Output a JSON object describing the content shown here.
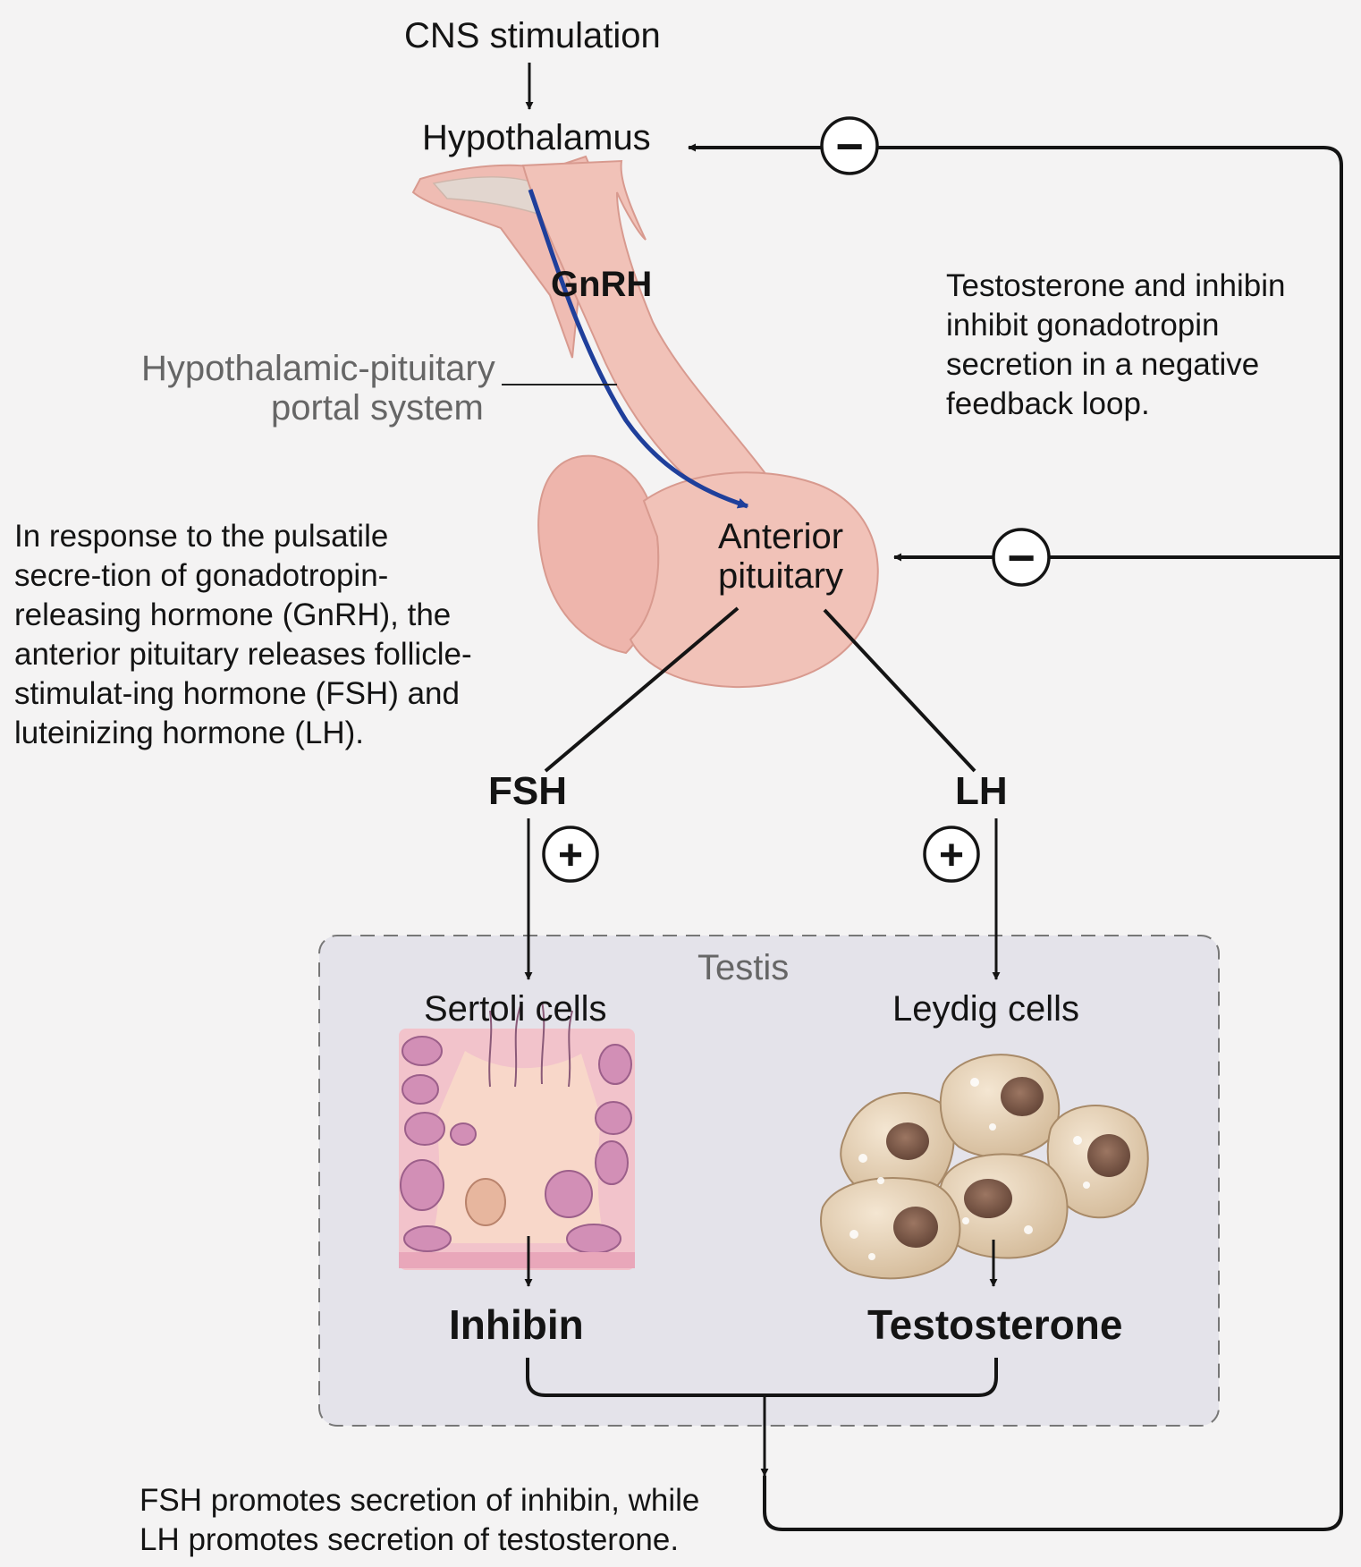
{
  "labels": {
    "cns_stimulation": "CNS stimulation",
    "hypothalamus": "Hypothalamus",
    "gnrh": "GnRH",
    "portal_system_line1": "Hypothalamic-pituitary",
    "portal_system_line2": "portal system",
    "anterior_pituitary_line1": "Anterior",
    "anterior_pituitary_line2": "pituitary",
    "fsh": "FSH",
    "lh": "LH",
    "testis": "Testis",
    "sertoli_cells": "Sertoli cells",
    "leydig_cells": "Leydig cells",
    "inhibin": "Inhibin",
    "testosterone": "Testosterone"
  },
  "signs": {
    "negative": "−",
    "positive": "+"
  },
  "notes": {
    "feedback": "Testosterone and inhibin inhibit gonadotropin secretion in a negative feedback loop.",
    "pulsatile": "In response to the pulsatile secre-tion of gonadotropin-releasing hormone (GnRH), the anterior pituitary releases follicle-stimulat-ing hormone (FSH) and luteinizing hormone (LH).",
    "promotes_line1": "FSH promotes secretion of inhibin, while",
    "promotes_line2": "LH promotes secretion of testosterone."
  },
  "colors": {
    "gland_fill": "#f1c2b8",
    "gland_stroke": "#d89a8f",
    "gnrh_arrow": "#1f3f9b",
    "testis_box": "#e4e3ea",
    "sertoli_tissue": "#f2c3cb",
    "leydig_cell": "#e3cdb2",
    "nucleus": "#7c5a4a"
  },
  "icons": [
    "minus-circle-icon",
    "plus-circle-icon",
    "arrowhead-icon"
  ]
}
